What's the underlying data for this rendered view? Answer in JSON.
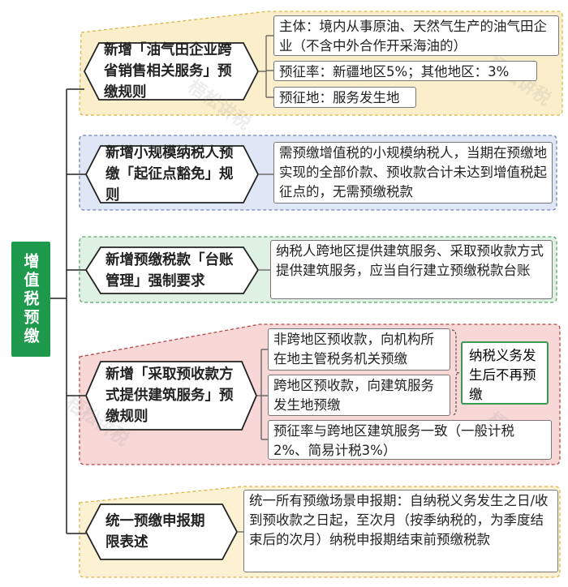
{
  "root": {
    "label": "增值税预缴",
    "color": "#1f9a4d"
  },
  "branches": [
    {
      "title": "新增「油气田企业跨省销售相关服务」预缴规则",
      "color": "#fbeecb",
      "items": [
        "主体：境内从事原油、天然气生产的油气田企业（不含中外合作开采海油的）",
        "预征率：新疆地区5%；其他地区：3%",
        "预征地：服务发生地"
      ]
    },
    {
      "title": "新增小规模纳税人预缴「起征点豁免」规则",
      "color": "#dfe6f6",
      "items": [
        "需预缴增值税的小规模纳税人，当期在预缴地实现的全部价款、预收款合计未达到增值税起征点的，无需预缴税款"
      ]
    },
    {
      "title": "新增预缴税款「台账管理」强制要求",
      "color": "#dff1e3",
      "items": [
        "纳税人跨地区提供建筑服务、采取预收款方式提供建筑服务，应当自行建立预缴税款台账"
      ]
    },
    {
      "title": "新增「采取预收款方式提供建筑服务」预缴规则",
      "color": "#f8d7d7",
      "items": [
        "非跨地区预收款，向机构所在地主管税务机关预缴",
        "跨地区预收款，向建筑服务发生地预缴",
        "预征率与跨地区建筑服务一致（一般计税2%、简易计税3%）"
      ],
      "note": "纳税义务发生后不再预缴"
    },
    {
      "title": "统一预缴申报期限表述",
      "color": "#fcf1d2",
      "items": [
        "统一所有预缴场景申报期：自纳税义务发生之日/收到预收款之日起，至次月（按季纳税的，为季度结束后的次月）纳税申报期结束前预缴税款"
      ]
    }
  ],
  "watermark": "梧松讲税"
}
